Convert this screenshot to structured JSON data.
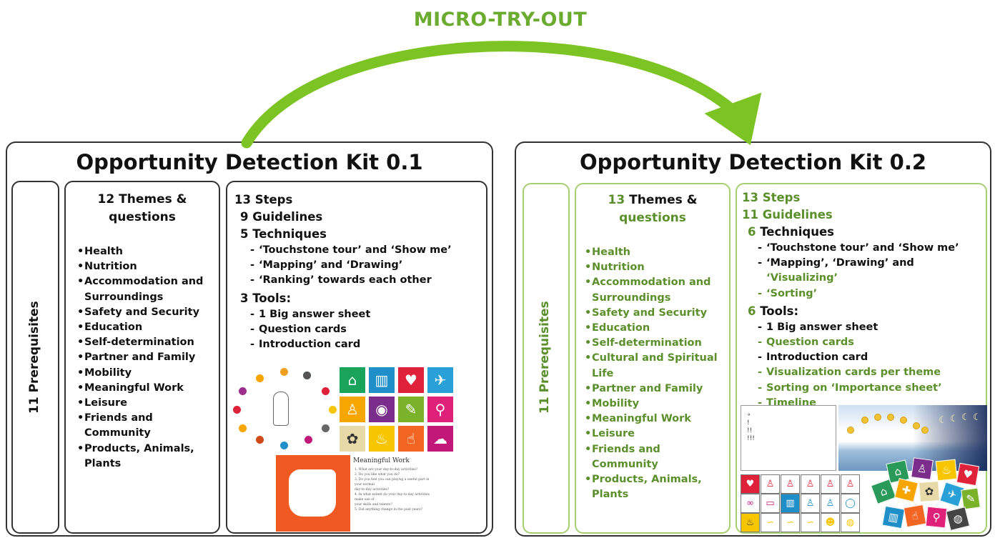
{
  "top_label": "MICRO-TRY-OUT",
  "colors": {
    "accent_green": "#7cc423",
    "dark_green": "#5b8f2b",
    "light_green_border": "#a6cf70",
    "border": "#333333"
  },
  "kit1": {
    "title": "Opportunity Detection Kit 0.1",
    "prerequisites": "11 Prerequisites",
    "themes_heading_num": "12",
    "themes_heading_text": "Themes &",
    "themes_heading_text2": "questions",
    "themes": [
      "Health",
      "Nutrition",
      "Accommodation and",
      "Surroundings",
      "Safety and Security",
      "Education",
      "Self-determination",
      "Partner and Family",
      "Mobility",
      "Meaningful Work",
      "Leisure",
      "Friends and Community",
      "Products, Animals,",
      "Plants"
    ],
    "steps_num": "13",
    "steps_label": "Steps",
    "guidelines_num": "9",
    "guidelines_label": "Guidelines",
    "techniques_num": "5",
    "techniques_label": "Techniques",
    "techniques": [
      "‘Touchstone tour’ and ‘Show me’",
      "‘Mapping’ and ‘Drawing’",
      "‘Ranking’ towards each other"
    ],
    "tools_num": "3",
    "tools_label": "Tools:",
    "tools": [
      "1 Big answer sheet",
      "Question cards",
      "Introduction card"
    ],
    "card_title": "Meaningful Work",
    "card_questions": [
      "1.   What are your day-to-day activities?",
      "2.   Do you like what you do?",
      "3.   Do you feel you can play/sg a useful part in your normal",
      "      day-to-day activities?",
      "4.   In what extent do your day-to-day activities make use of",
      "      your skills and talents?",
      "5.   Did anything change in the past years?"
    ]
  },
  "kit2": {
    "title": "Opportunity Detection Kit 0.2",
    "prerequisites": "11 Prerequisites",
    "themes_heading_num": "13",
    "themes_heading_text": "Themes &",
    "themes_heading_text2": "questions",
    "themes": [
      "Health",
      "Nutrition",
      "Accommodation and",
      "Surroundings",
      "Safety and Security",
      "Education",
      "Self-determination",
      "Cultural and Spiritual",
      "Life",
      "Partner and Family",
      "Mobility",
      "Meaningful Work",
      "Leisure",
      "Friends and Community",
      "Products, Animals,",
      "Plants"
    ],
    "steps_num": "13",
    "steps_label": "Steps",
    "guidelines_num": "11",
    "guidelines_label": "Guidelines",
    "techniques_num": "6",
    "techniques_label": "Techniques",
    "techniques_line1": "‘Touchstone tour’ and ‘Show me’",
    "techniques_line2a": "‘Mapping’, ‘Drawing’ and",
    "techniques_line2b": "‘Visualizing’",
    "techniques_line3": "‘Sorting’",
    "tools_num": "6",
    "tools_label": "Tools:",
    "tools": [
      {
        "text": "1 Big answer sheet",
        "green": false
      },
      {
        "text": "Question cards",
        "green": true
      },
      {
        "text": "Introduction card",
        "green": false
      },
      {
        "text": "Visualization cards per theme",
        "green": true
      },
      {
        "text": "Sorting on ‘Importance sheet’",
        "green": true
      },
      {
        "text": "Timeline",
        "green": true
      }
    ]
  }
}
